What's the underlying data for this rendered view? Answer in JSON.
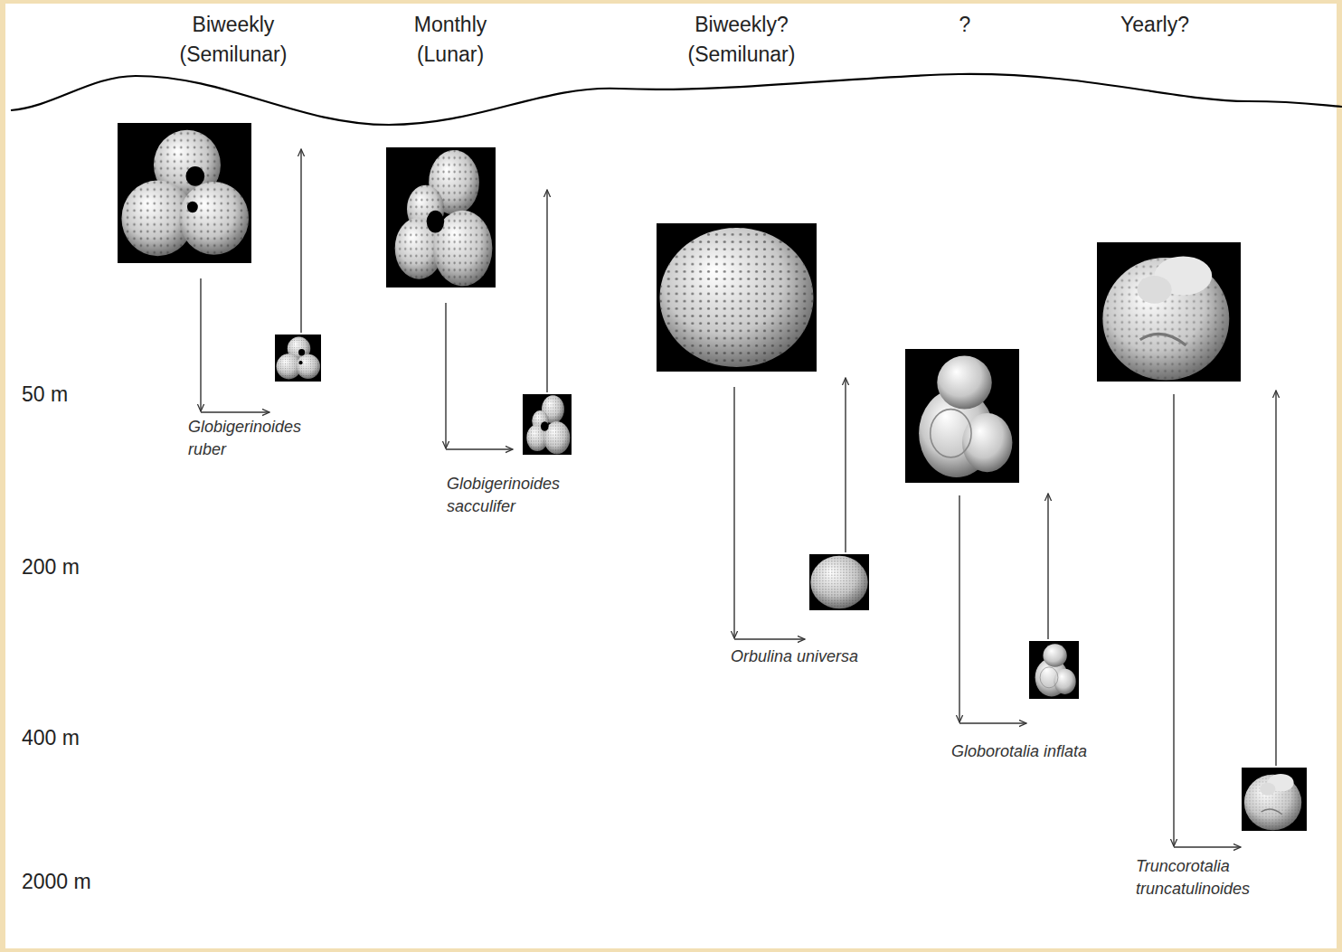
{
  "diagram": {
    "labels": [
      "Biweekly (Semilunar)",
      "Monthly (Lunar)",
      "Biweekly? (Semilunar)",
      "?",
      "Yearly?",
      "50 m",
      "200 m",
      "400 m",
      "2000 m",
      "Globigerinoides ruber",
      "Globigerinoides sacculifer",
      "Orbulina universa",
      "Globorotalia inflata",
      "Truncorotalia truncatulinoides"
    ]
  }
}
